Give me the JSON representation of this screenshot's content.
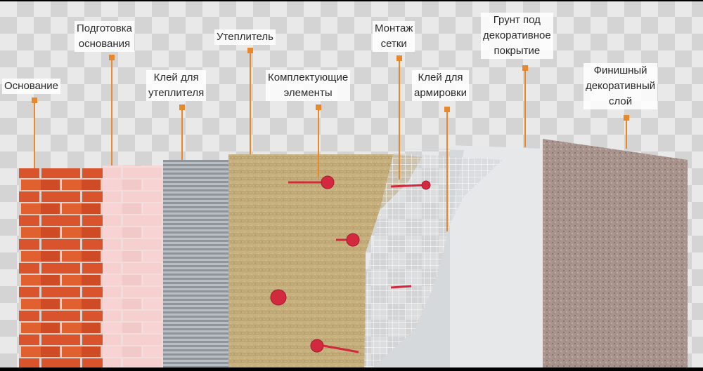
{
  "diagram": {
    "accent_color": "#e8882a",
    "layers": [
      {
        "id": "base",
        "label": "Основание",
        "material": "brick"
      },
      {
        "id": "prep",
        "label": "Подготовка\nоснования",
        "material": "plastered-brick"
      },
      {
        "id": "glue",
        "label": "Клей для\nутеплителя",
        "material": "adhesive-comb"
      },
      {
        "id": "insul",
        "label": "Утеплитель",
        "material": "mineral-wool"
      },
      {
        "id": "anchors",
        "label": "Комплектующие\nэлементы",
        "material": "dowels"
      },
      {
        "id": "mesh",
        "label": "Монтаж\nсетки",
        "material": "fiberglass-mesh"
      },
      {
        "id": "reinforce",
        "label": "Клей для\nармировки",
        "material": "base-coat"
      },
      {
        "id": "primer",
        "label": "Грунт под\nдекоративное\nпокрытие",
        "material": "primer"
      },
      {
        "id": "finish",
        "label": "Финишный\nдекоративный\nслой",
        "material": "textured-plaster"
      }
    ]
  }
}
